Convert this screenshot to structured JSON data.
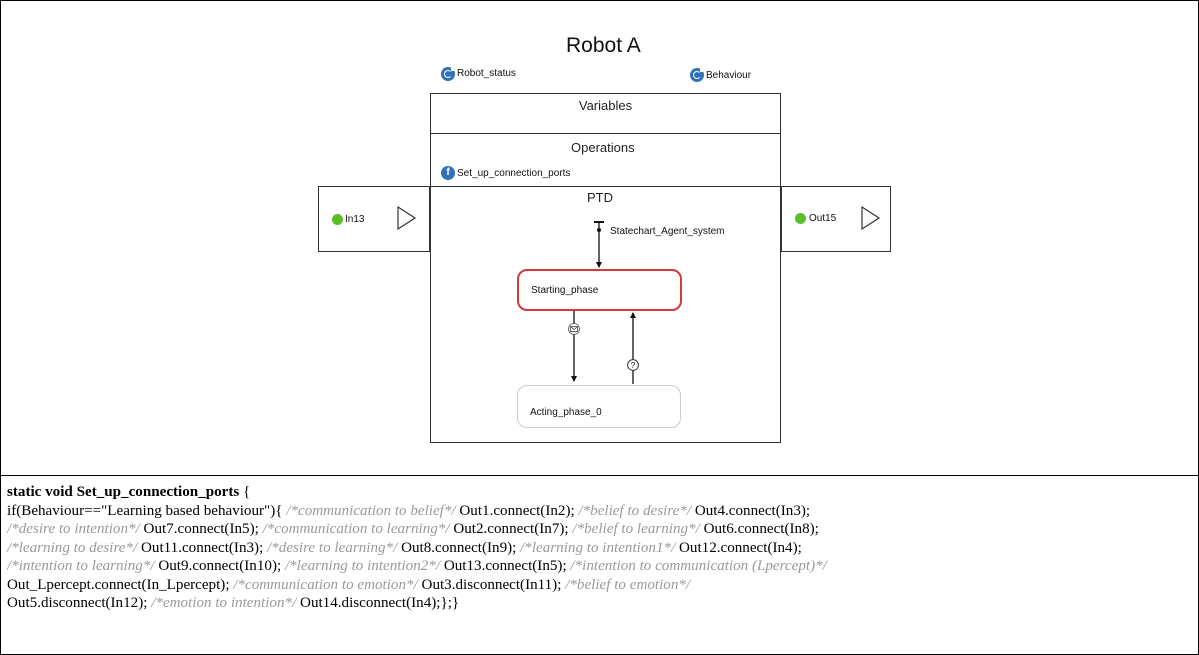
{
  "diagram": {
    "title": "Robot A",
    "variables": [
      {
        "name": "Robot_status",
        "icon": "variable-icon"
      },
      {
        "name": "Behaviour",
        "icon": "variable-icon"
      }
    ],
    "sections": {
      "variables_label": "Variables",
      "operations_label": "Operations",
      "ptd_label": "PTD"
    },
    "function": {
      "name": "Set_up_connection_ports",
      "icon": "function-icon"
    },
    "ports": {
      "in": {
        "label": "In13",
        "color": "#5bbf2a"
      },
      "out": {
        "label": "Out15",
        "color": "#5bbf2a"
      }
    },
    "statechart": {
      "entry_label": "Statechart_Agent_system",
      "states": [
        {
          "name": "Starting_phase",
          "active": true,
          "border_color": "#d33a3a"
        },
        {
          "name": "Acting_phase_0",
          "active": false
        }
      ],
      "transitions": [
        {
          "from": "Starting_phase",
          "to": "Acting_phase_0",
          "trigger_icon": "message-envelope-icon"
        },
        {
          "from": "Acting_phase_0",
          "to": "Starting_phase",
          "trigger_icon": "condition-question-icon"
        }
      ]
    }
  },
  "code": {
    "signature": "static void Set_up_connection_ports",
    "open_brace": " {",
    "if_open": "if(Behaviour==\"Learning based behaviour\"){ ",
    "statements": [
      {
        "comment": "/*communication to belief*/",
        "code": " Out1.connect(In2); "
      },
      {
        "comment": "/*belief to desire*/",
        "code": " Out4.connect(In3); "
      },
      {
        "comment": "/*desire to intention*/",
        "code": " Out7.connect(In5); "
      },
      {
        "comment": "/*communication to learning*/",
        "code": " Out2.connect(In7); "
      },
      {
        "comment": "/*belief to learning*/",
        "code": " Out6.connect(In8); "
      },
      {
        "comment": "/*learning to desire*/",
        "code": " Out11.connect(In3); "
      },
      {
        "comment": "/*desire to learning*/",
        "code": " Out8.connect(In9); "
      },
      {
        "comment": "/*learning to intention1*/",
        "code": " Out12.connect(In4); "
      },
      {
        "comment": "/*intention to learning*/",
        "code": " Out9.connect(In10); "
      },
      {
        "comment": "/*learning to intention2*/",
        "code": " Out13.connect(In5); "
      },
      {
        "comment": "/*intention to communication (Lpercept)*/",
        "code": " Out_Lpercept.connect(In_Lpercept); "
      },
      {
        "comment": "/*communication to emotion*/",
        "code": " Out3.disconnect(In11); "
      },
      {
        "comment": "/*belief to emotion*/",
        "code": " Out5.disconnect(In12); "
      },
      {
        "comment": "/*emotion to intention*/",
        "code": " Out14.disconnect(In4);"
      }
    ],
    "closing": "};}"
  }
}
